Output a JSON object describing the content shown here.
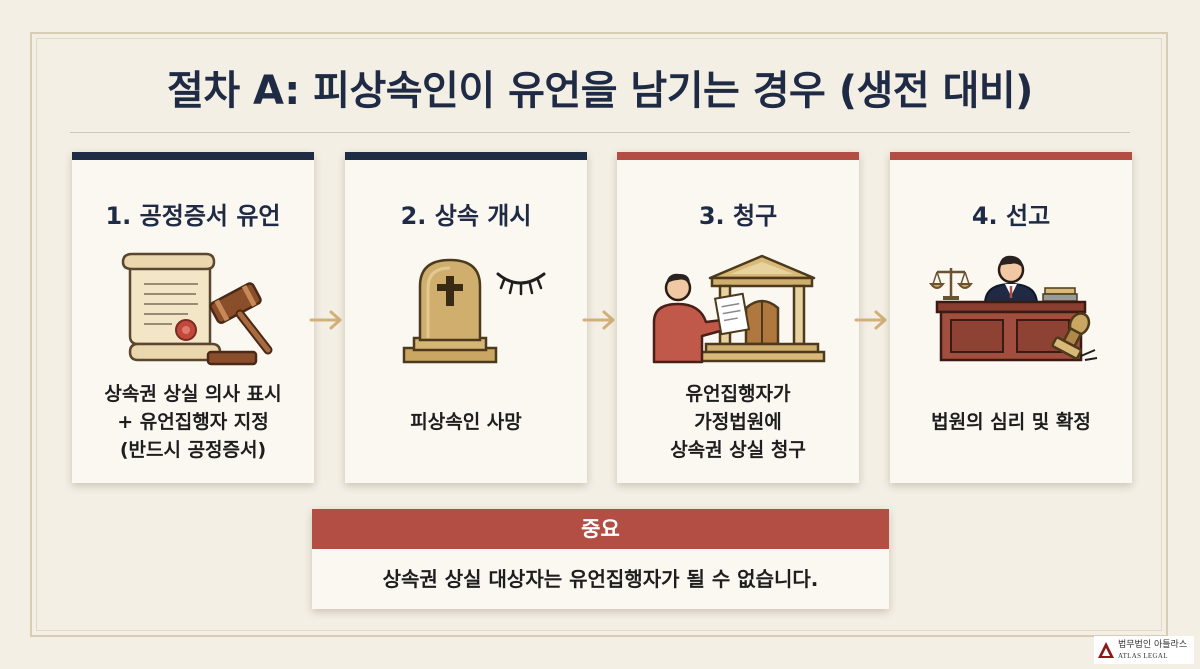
{
  "title": "절차 A: 피상속인이 유언을 남기는 경우 (생전 대비)",
  "steps": [
    {
      "title": "1. 공정증서 유언",
      "accent": "#1f2a44",
      "icon": "scroll-gavel-icon",
      "lines": [
        "상속권 상실 의사 표시",
        "+ 유언집행자 지정",
        "(반드시 공정증서)"
      ]
    },
    {
      "title": "2. 상속 개시",
      "accent": "#1f2a44",
      "icon": "tombstone-closed-eye-icon",
      "lines": [
        "피상속인 사망"
      ]
    },
    {
      "title": "3. 청구",
      "accent": "#b34e45",
      "icon": "person-courthouse-icon",
      "lines": [
        "유언집행자가",
        "가정법원에",
        "상속권 상실 청구"
      ]
    },
    {
      "title": "4. 선고",
      "accent": "#b34e45",
      "icon": "judge-bench-icon",
      "lines": [
        "법원의 심리 및 확정"
      ]
    }
  ],
  "notice": {
    "heading": "중요",
    "text": "상속권 상실 대상자는 유언집행자가 될 수 없습니다."
  },
  "brand": {
    "korean": "법무법인 아틀라스",
    "english": "ATLAS LEGAL"
  },
  "colors": {
    "background": "#f4efe4",
    "navy": "#1f2a44",
    "red": "#b34e45",
    "arrow": "#d2b07a"
  }
}
